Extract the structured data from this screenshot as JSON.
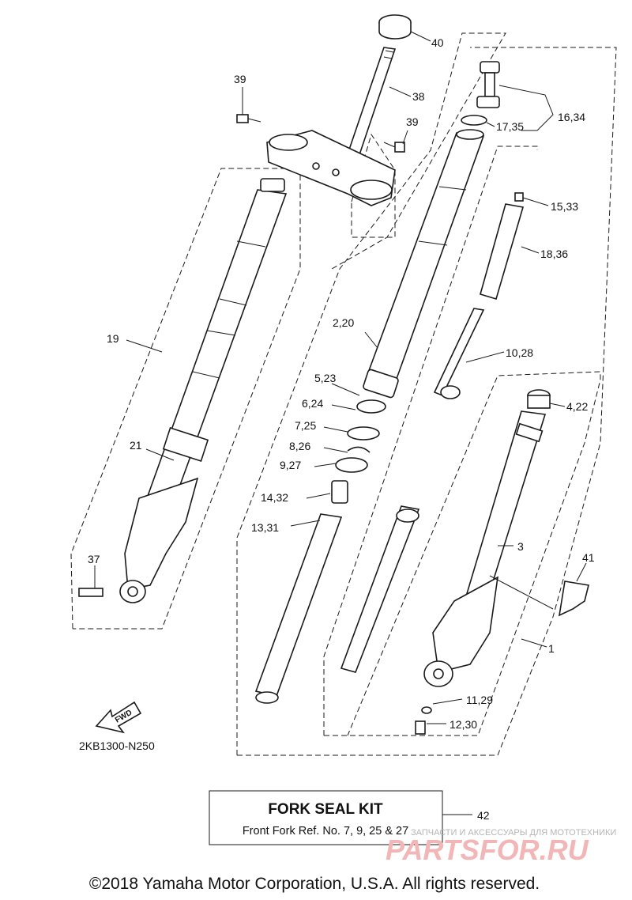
{
  "callouts": {
    "c40": "40",
    "c39a": "39",
    "c38": "38",
    "c39b": "39",
    "c17_35": "17,35",
    "c16_34": "16,34",
    "c15_33": "15,33",
    "c18_36": "18,36",
    "c19": "19",
    "c2_20": "2,20",
    "c10_28": "10,28",
    "c5_23": "5,23",
    "c6_24": "6,24",
    "c4_22": "4,22",
    "c7_25": "7,25",
    "c8_26": "8,26",
    "c21": "21",
    "c9_27": "9,27",
    "c14_32": "14,32",
    "c13_31": "13,31",
    "c3": "3",
    "c41": "41",
    "c37": "37",
    "c1": "1",
    "c11_29": "11,29",
    "c12_30": "12,30",
    "c42": "42"
  },
  "fwd_label": "FWD",
  "diagram_code": "2KB1300-N250",
  "kit_box": {
    "title": "FORK SEAL KIT",
    "subtitle": "Front Fork Ref. No. 7, 9, 25 & 27"
  },
  "watermark": {
    "tagline": "ЗАПЧАСТИ И АКСЕССУАРЫ ДЛЯ МОТОТЕХНИКИ",
    "brand": "PARTSFOR.RU"
  },
  "copyright": "©2018 Yamaha Motor Corporation, U.S.A. All rights reserved."
}
